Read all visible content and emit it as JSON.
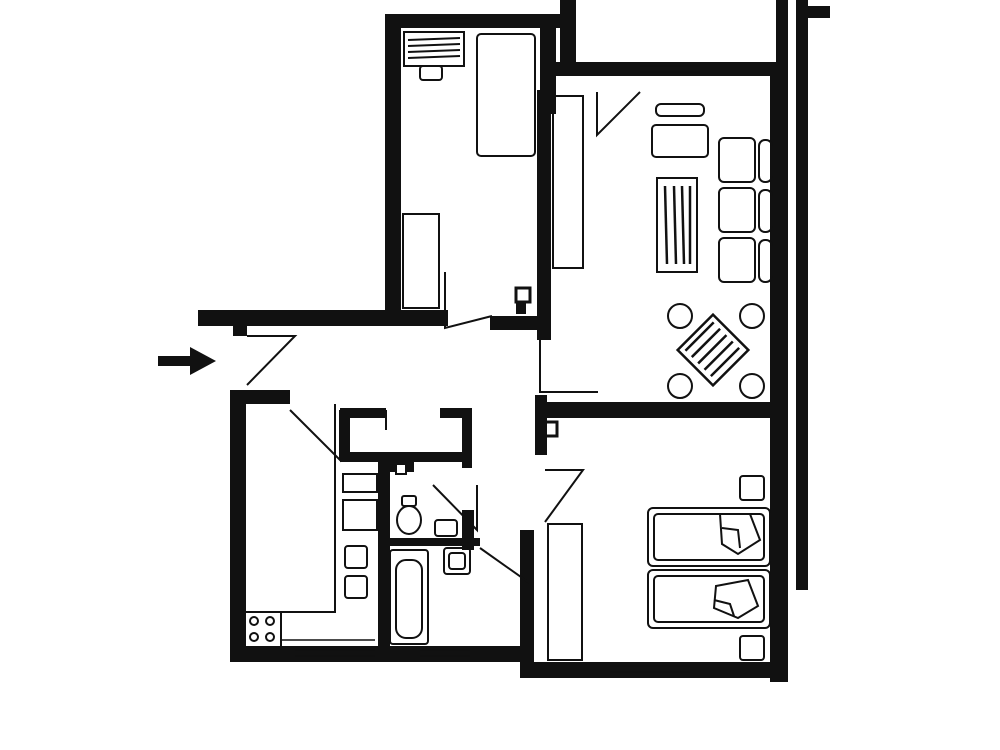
{
  "diagram": {
    "type": "apartment-floor-plan",
    "style": "black-and-white line drawing",
    "entrance_marker": "arrow-pointing-right",
    "rooms": [
      {
        "id": "bedroom-small",
        "furniture": [
          "desk",
          "chair",
          "bed",
          "wardrobe"
        ]
      },
      {
        "id": "balcony"
      },
      {
        "id": "living-room",
        "furniture": [
          "sideboard",
          "sofa",
          "armchairs",
          "coffee-table",
          "dining-table",
          "dining-chairs"
        ]
      },
      {
        "id": "hallway"
      },
      {
        "id": "closet"
      },
      {
        "id": "kitchen",
        "furniture": [
          "counter",
          "stove",
          "appliances"
        ]
      },
      {
        "id": "bathroom",
        "furniture": [
          "toilet",
          "sink",
          "bathtub"
        ]
      },
      {
        "id": "master-bedroom",
        "furniture": [
          "wardrobe",
          "double-bed",
          "nightstands"
        ]
      }
    ],
    "colors": {
      "ink": "#111111",
      "paper": "#ffffff"
    }
  }
}
